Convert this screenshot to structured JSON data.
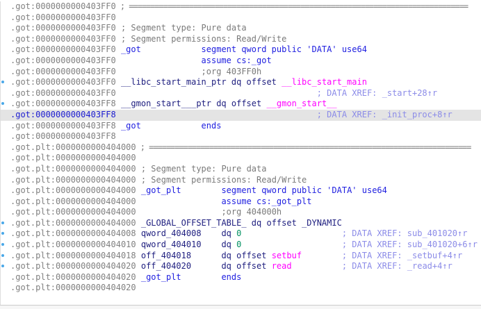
{
  "lines": [
    {
      "addr": ".got:0000000000403FF0",
      "parts": [
        {
          "t": " ; ===============================================================================",
          "c": "cmt"
        }
      ]
    },
    {
      "addr": ".got:0000000000403FF0",
      "parts": []
    },
    {
      "addr": ".got:0000000000403FF0",
      "parts": [
        {
          "t": " ; Segment type: Pure data",
          "c": "cmt"
        }
      ]
    },
    {
      "addr": ".got:0000000000403FF0",
      "parts": [
        {
          "t": " ; Segment permissions: Read/Write",
          "c": "cmt"
        }
      ]
    },
    {
      "addr": ".got:0000000000403FF0",
      "parts": [
        {
          "t": " _got",
          "c": "kw"
        },
        {
          "t": "            segment qword public 'DATA' use64",
          "c": "kw"
        }
      ]
    },
    {
      "addr": ".got:0000000000403FF0",
      "parts": [
        {
          "t": "                 assume cs:_got",
          "c": "kw"
        }
      ]
    },
    {
      "addr": ".got:0000000000403FF0",
      "parts": [
        {
          "t": "                 ;org 403FF0h",
          "c": "cmt"
        }
      ]
    },
    {
      "addr": ".got:0000000000403FF0",
      "dot": true,
      "parts": [
        {
          "t": " __libc_start_main_ptr dq offset ",
          "c": "txt"
        },
        {
          "t": "__libc_start_main",
          "c": "ext"
        }
      ]
    },
    {
      "addr": ".got:0000000000403FF0",
      "parts": [
        {
          "t": "                                        ; DATA XREF: _start+28↑r",
          "c": "xref"
        }
      ]
    },
    {
      "addr": ".got:0000000000403FF8",
      "dot": true,
      "parts": [
        {
          "t": " __gmon_start___ptr dq offset ",
          "c": "txt"
        },
        {
          "t": "__gmon_start__",
          "c": "ext"
        }
      ]
    },
    {
      "addr": ".got:0000000000403FF8",
      "hl": true,
      "parts": [
        {
          "t": "                                        ; DATA XREF: _init_proc+8↑r",
          "c": "xref"
        }
      ]
    },
    {
      "addr": ".got:0000000000403FF8",
      "parts": [
        {
          "t": " _got",
          "c": "kw"
        },
        {
          "t": "            ends",
          "c": "kw"
        }
      ]
    },
    {
      "addr": ".got:0000000000403FF8",
      "parts": []
    },
    {
      "addr": ".got.plt:0000000000404000",
      "parts": [
        {
          "t": " ; ===========================================================================",
          "c": "cmt"
        }
      ]
    },
    {
      "addr": ".got.plt:0000000000404000",
      "parts": []
    },
    {
      "addr": ".got.plt:0000000000404000",
      "parts": [
        {
          "t": " ; Segment type: Pure data",
          "c": "cmt"
        }
      ]
    },
    {
      "addr": ".got.plt:0000000000404000",
      "parts": [
        {
          "t": " ; Segment permissions: Read/Write",
          "c": "cmt"
        }
      ]
    },
    {
      "addr": ".got.plt:0000000000404000",
      "parts": [
        {
          "t": " _got_plt",
          "c": "kw"
        },
        {
          "t": "        segment qword public 'DATA' use64",
          "c": "kw"
        }
      ]
    },
    {
      "addr": ".got.plt:0000000000404000",
      "parts": [
        {
          "t": "                 assume cs:_got_plt",
          "c": "kw"
        }
      ]
    },
    {
      "addr": ".got.plt:0000000000404000",
      "parts": [
        {
          "t": "                 ;org 404000h",
          "c": "cmt"
        }
      ]
    },
    {
      "addr": ".got.plt:0000000000404000",
      "dot": true,
      "parts": [
        {
          "t": " _GLOBAL_OFFSET_TABLE_ dq offset _DYNAMIC",
          "c": "txt"
        }
      ]
    },
    {
      "addr": ".got.plt:0000000000404008",
      "dot": true,
      "parts": [
        {
          "t": " qword_404008    dq ",
          "c": "txt"
        },
        {
          "t": "0",
          "c": "num"
        },
        {
          "t": "                    ; DATA XREF: sub_401020↑r",
          "c": "xref"
        }
      ]
    },
    {
      "addr": ".got.plt:0000000000404010",
      "dot": true,
      "parts": [
        {
          "t": " qword_404010    dq ",
          "c": "txt"
        },
        {
          "t": "0",
          "c": "num"
        },
        {
          "t": "                    ; DATA XREF: sub_401020+6↑r",
          "c": "xref"
        }
      ]
    },
    {
      "addr": ".got.plt:0000000000404018",
      "dot": true,
      "parts": [
        {
          "t": " off_404018      dq offset ",
          "c": "txt"
        },
        {
          "t": "setbuf",
          "c": "ext"
        },
        {
          "t": "        ; DATA XREF: _setbuf+4↑r",
          "c": "xref"
        }
      ]
    },
    {
      "addr": ".got.plt:0000000000404020",
      "dot": true,
      "parts": [
        {
          "t": " off_404020      dq offset ",
          "c": "txt"
        },
        {
          "t": "read",
          "c": "ext"
        },
        {
          "t": "          ; DATA XREF: _read+4↑r",
          "c": "xref"
        }
      ]
    },
    {
      "addr": ".got.plt:0000000000404020",
      "parts": [
        {
          "t": " _got_plt",
          "c": "kw"
        },
        {
          "t": "        ends",
          "c": "kw"
        }
      ]
    },
    {
      "addr": ".got.plt:0000000000404020",
      "parts": []
    }
  ]
}
